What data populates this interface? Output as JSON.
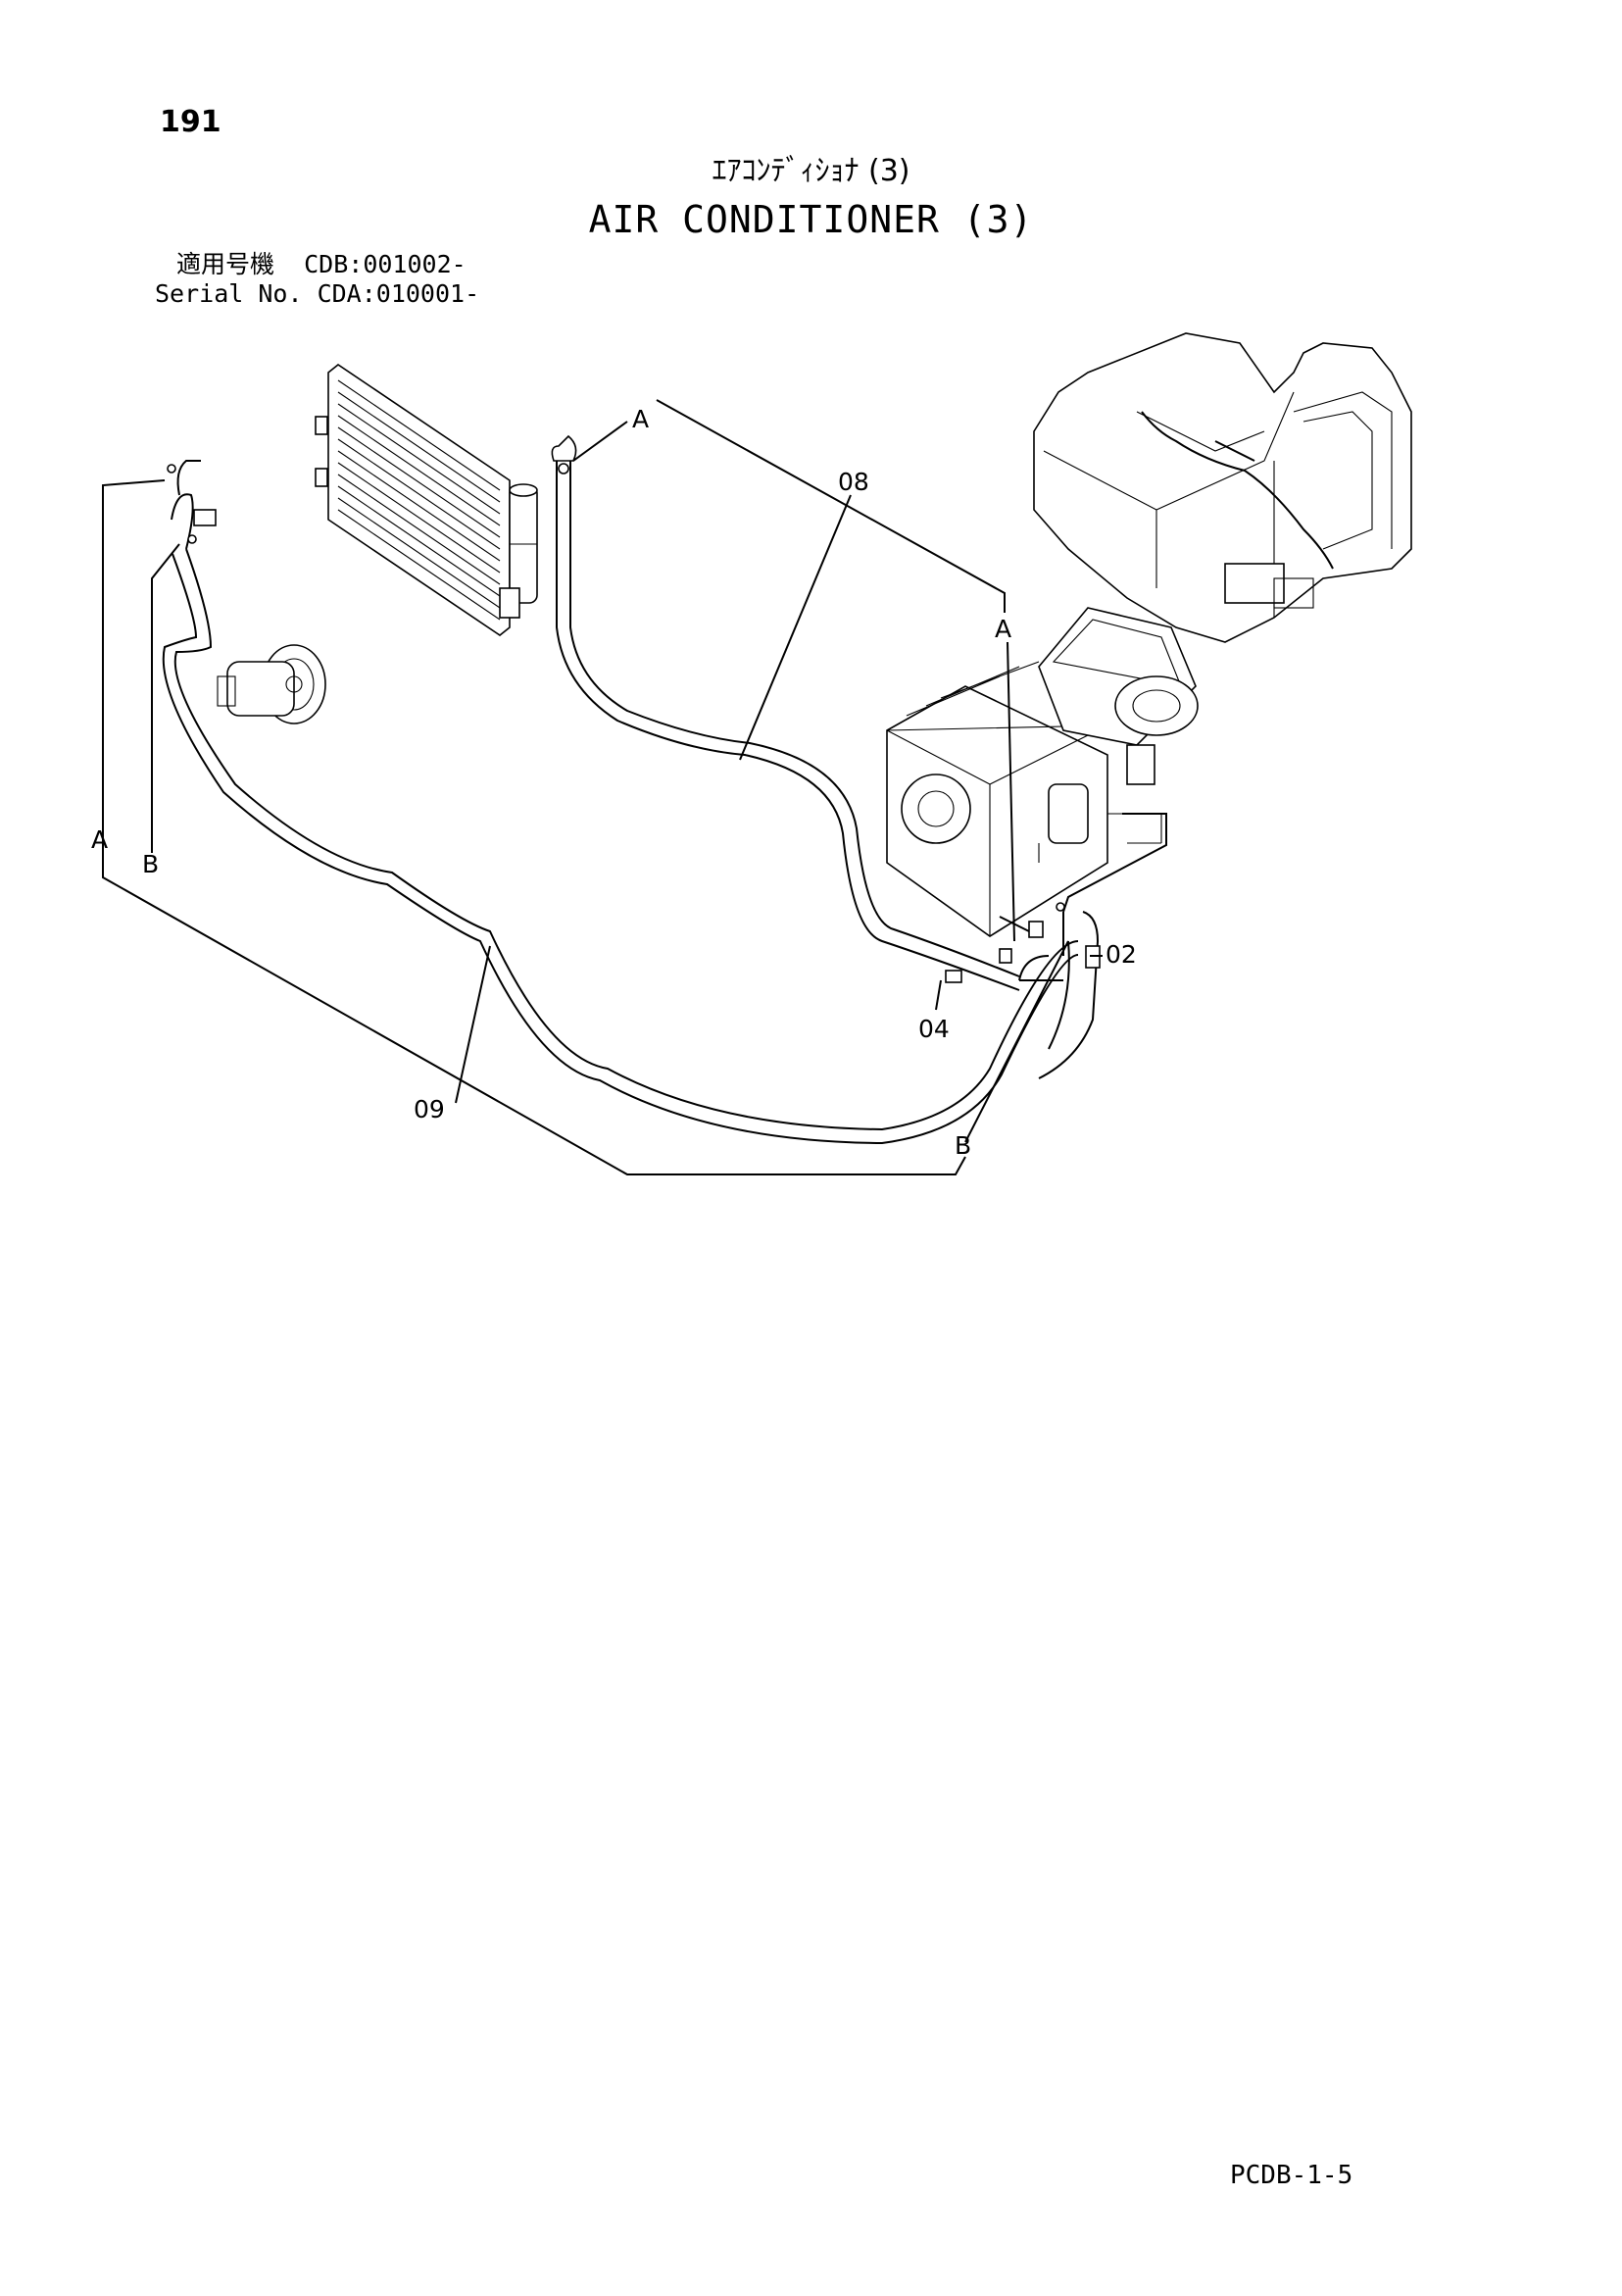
{
  "header": {
    "page_number": "191",
    "title_jp": "ｴｱｺﾝﾃﾞｨｼｮﾅ (3)",
    "title_en": "AIR CONDITIONER (3)",
    "applicable_label_jp": "適用号機",
    "applicable_value": "CDB:001002-",
    "serial_label": "Serial No.",
    "serial_value": "CDA:010001-"
  },
  "callouts": {
    "part_08": "08",
    "part_09": "09",
    "part_02": "02",
    "part_04": "04",
    "ref_a": "A",
    "ref_b": "B"
  },
  "footer": {
    "doc_code": "PCDB-1-5"
  }
}
